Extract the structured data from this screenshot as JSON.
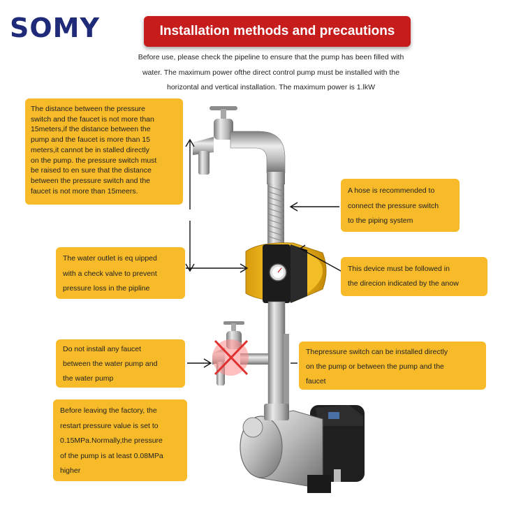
{
  "brand": {
    "logo_text": "SOMY"
  },
  "header": {
    "title": "Installation methods and precautions",
    "intro_lines": [
      "Before use, please check the pipeline to ensure that the pump has been filled with",
      "water. The maximum power ofthe direct control pump must be installed with the",
      "horizontal and vertical installation. The maximum power is 1.lkW"
    ]
  },
  "notes": {
    "distance": [
      "The distance between the pressure",
      "switch and the faucet is not more than",
      "15meters,if the distance between the",
      "pump and the faucet is more than 15",
      "meters,it cannot be in stalled directly",
      "on the pump. the pressure switch must",
      "be raised to en sure that the distance",
      "between the pressure switch and the",
      "faucet is not more than 15meers."
    ],
    "hose": [
      "A hose is recommended to",
      "connect the pressure switch",
      "to the piping system"
    ],
    "outlet": [
      "The water outlet is eq uipped",
      "with a check valve to prevent",
      "pressure loss in the pipline"
    ],
    "direction": [
      "This device must be followed in",
      "the direcion indicated by the anow"
    ],
    "no_faucet": [
      "Do not install any faucet",
      "between the water pump and",
      "the water pump"
    ],
    "placement": [
      "Thepressure switch can be installed directly",
      "on the pump or between the pump and the",
      "faucet"
    ],
    "factory": [
      "Before leaving the factory, the",
      "restart pressure value is set to",
      "0.15MPa.Normally,the pressure",
      "of the pump is at least 0.08MPa",
      "higher"
    ]
  },
  "colors": {
    "banner": "#c61c1c",
    "note_fill": "#f7bb2a",
    "logo_blue": "#1f2a78",
    "logo_accent": "#2a9fd8",
    "controller_yellow": "#f0b81c",
    "prohibit_red": "#e03030"
  },
  "icons": {
    "faucet_top": "faucet-icon",
    "faucet_prohibited": "prohibited-faucet-icon",
    "controller": "pressure-switch-icon",
    "gauge": "pressure-gauge-icon",
    "pump": "water-pump-icon"
  }
}
